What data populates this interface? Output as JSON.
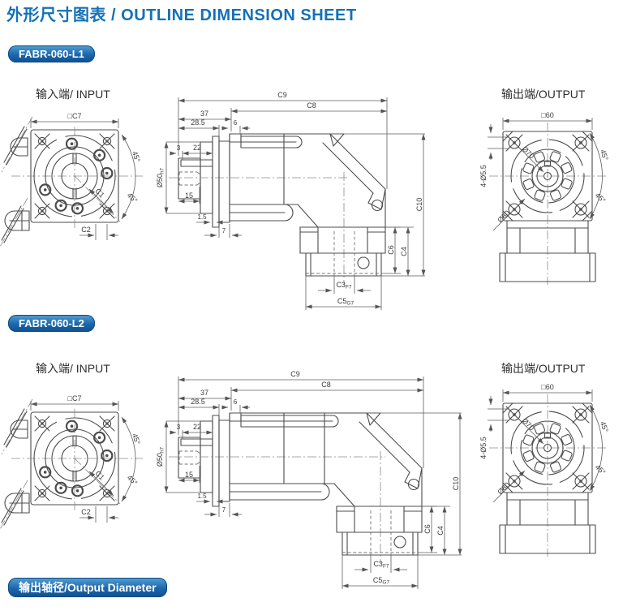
{
  "page": {
    "title": "外形尺寸图表 / OUTLINE DIMENSION SHEET"
  },
  "colors": {
    "accent": "#1371b8",
    "badge_blue": "#1a67ab",
    "line": "#4c4c4c"
  },
  "badges": {
    "model_l1": "FABR-060-L1",
    "model_l2": "FABR-060-L2",
    "output_diameter": "输出轴径/Output Diameter"
  },
  "sections": [
    {
      "model": "FABR-060-L1",
      "input_label": "输入端/ INPUT",
      "output_label": "输出端/OUTPUT",
      "input_view": {
        "c7": "□C7",
        "c1": "C1",
        "c2": "C2",
        "angle_top": "45°",
        "angle_bottom": "45°"
      },
      "side_view": {
        "c9": "C9",
        "c8": "C8",
        "len37": "37",
        "len28_5": "28.5",
        "len6": "6",
        "len3": "3",
        "len22": "22",
        "len15": "15",
        "len1_5": "1.5",
        "len7": "7",
        "shaft": "Ø50",
        "shaft_fit": "h7",
        "c10": "C10",
        "c6": "C6",
        "c4": "C4",
        "c3": "C3",
        "c3_fit": "F7",
        "c5": "C5",
        "c5_fit": "G7"
      },
      "output_view": {
        "square": "□60",
        "holes": "4-Ø5.5",
        "dia70": "Ø70",
        "dia80": "Ø80",
        "angle_top": "45°",
        "angle_bottom": "45°"
      }
    },
    {
      "model": "FABR-060-L2",
      "input_label": "输入端/ INPUT",
      "output_label": "输出端/OUTPUT",
      "input_view": {
        "c7": "□C7",
        "c1": "C1",
        "c2": "C2",
        "angle_top": "45°",
        "angle_bottom": "45°"
      },
      "side_view": {
        "c9": "C9",
        "c8": "C8",
        "len37": "37",
        "len28_5": "28.5",
        "len6": "6",
        "len3": "3",
        "len22": "22",
        "len15": "15",
        "len1_5": "1.5",
        "len7": "7",
        "shaft": "Ø50",
        "shaft_fit": "h7",
        "c10": "C10",
        "c6": "C6",
        "c4": "C4",
        "c3": "C3",
        "c3_fit": "F7",
        "c5": "C5",
        "c5_fit": "G7"
      },
      "output_view": {
        "square": "□60",
        "holes": "4-Ø5.5",
        "dia70": "Ø70",
        "dia80": "Ø80",
        "angle_top": "45°",
        "angle_bottom": "45°"
      }
    }
  ]
}
